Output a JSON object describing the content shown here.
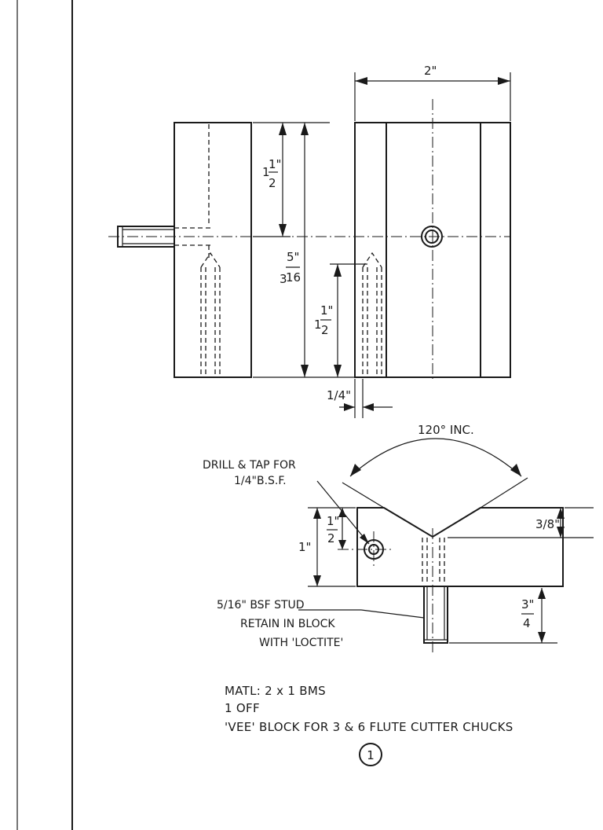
{
  "dimensions": {
    "overall_width": "2\"",
    "left_height_whole": "1",
    "left_height_num": "1\"",
    "left_height_den": "2",
    "overall_height_whole": "3",
    "overall_height_num": "5\"",
    "overall_height_den": "16",
    "lower_height_whole": "1",
    "lower_height_num": "1\"",
    "lower_height_den": "2",
    "offset_quarter": "1/4\"",
    "angle": "120° INC.",
    "vee_depth": "3/8\"",
    "block_height": "1\"",
    "hole_height_num": "1\"",
    "hole_height_den": "2",
    "stud_length_num": "3\"",
    "stud_length_den": "4"
  },
  "notes": {
    "drill_line1": "DRILL & TAP FOR",
    "drill_line2": "1/4\"B.S.F.",
    "stud_line1": "5/16\" BSF STUD",
    "stud_line2": "RETAIN IN BLOCK",
    "stud_line3": "WITH 'LOCTITE'",
    "material": "MATL: 2 x 1 BMS",
    "quantity": "1 OFF",
    "title": "'VEE' BLOCK FOR 3 & 6 FLUTE CUTTER CHUCKS",
    "item_number": "1"
  }
}
